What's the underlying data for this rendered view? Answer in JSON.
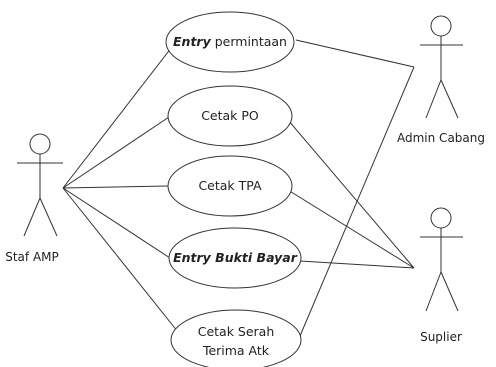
{
  "actors": {
    "staf": {
      "label": "Staf AMP"
    },
    "admin": {
      "label": "Admin Cabang"
    },
    "suplier": {
      "label": "Suplier"
    }
  },
  "use_cases": {
    "entry_permintaan": {
      "bold_italic": "Entry",
      "rest": " permintaan"
    },
    "cetak_po": {
      "label": "Cetak PO"
    },
    "cetak_tpa": {
      "label": "Cetak TPA"
    },
    "entry_bukti_bayar": {
      "label": "Entry Bukti Bayar"
    },
    "cetak_serah_terima": {
      "line1": "Cetak Serah",
      "line2": "Terima Atk"
    }
  }
}
